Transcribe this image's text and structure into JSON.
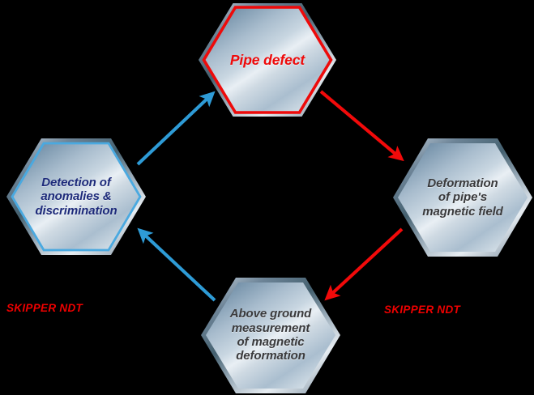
{
  "diagram": {
    "type": "cycle-flow-diagram",
    "background_color": "#000000",
    "nodes": [
      {
        "id": "pipe-defect",
        "label": "Pipe defect",
        "position": "top",
        "border_color": "#ee0a0a",
        "text_color": "#ee0a0a",
        "fill": "metallic-steel-blue"
      },
      {
        "id": "magnetic-deformation",
        "label": "Deformation\nof pipe's\nmagnetic field",
        "position": "right",
        "border_color": "none",
        "text_color": "#3a3a3c",
        "fill": "metallic-steel-blue"
      },
      {
        "id": "above-ground-measurement",
        "label": "Above ground\nmeasurement\nof magnetic\ndeformation",
        "position": "bottom",
        "border_color": "none",
        "text_color": "#3a3a3c",
        "fill": "metallic-steel-blue"
      },
      {
        "id": "detection-anomalies",
        "label": "Detection of\nanomalies &\ndiscrimination",
        "position": "left",
        "border_color": "#4aa9e0",
        "text_color": "#1d2a7a",
        "fill": "metallic-steel-blue"
      }
    ],
    "arrows": [
      {
        "id": "arrow-defect-to-deformation",
        "from": "pipe-defect",
        "to": "magnetic-deformation",
        "color": "#f20a0a",
        "direction": "down-right"
      },
      {
        "id": "arrow-deformation-to-measurement",
        "from": "magnetic-deformation",
        "to": "above-ground-measurement",
        "color": "#f20a0a",
        "direction": "down-left"
      },
      {
        "id": "arrow-measurement-to-detection",
        "from": "above-ground-measurement",
        "to": "detection-anomalies",
        "color": "#2e9bd6",
        "direction": "up-left"
      },
      {
        "id": "arrow-detection-to-defect",
        "from": "detection-anomalies",
        "to": "pipe-defect",
        "color": "#2e9bd6",
        "direction": "up-right"
      }
    ],
    "watermarks": [
      {
        "id": "watermark-left",
        "text": "SKIPPER NDT",
        "color": "#ee0000"
      },
      {
        "id": "watermark-right",
        "text": "SKIPPER NDT",
        "color": "#ee0000"
      }
    ]
  }
}
